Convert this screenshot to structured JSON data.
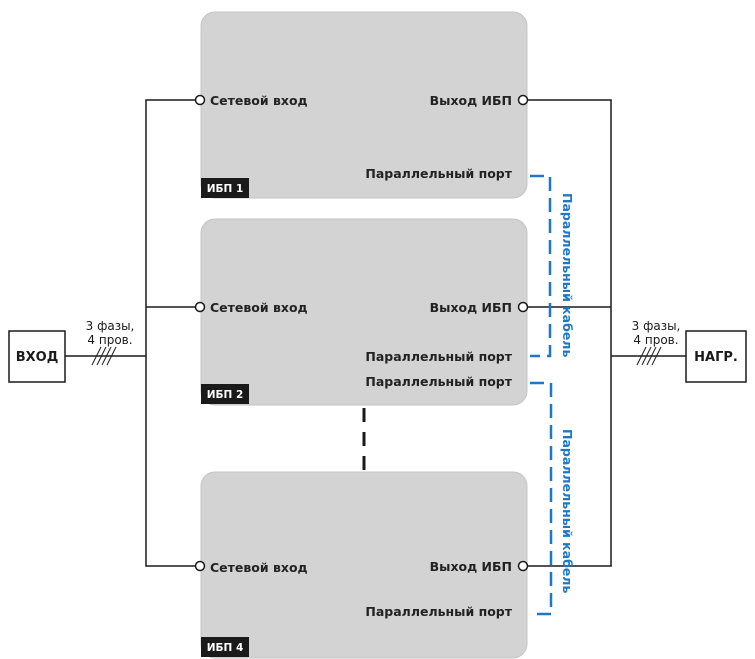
{
  "input_terminal": {
    "label": "ВХОД",
    "phase_line1": "3 фазы,",
    "phase_line2": "4 пров."
  },
  "load_terminal": {
    "label": "НАГР.",
    "phase_line1": "3 фазы,",
    "phase_line2": "4 пров."
  },
  "ups_units": [
    {
      "tag": "ИБП 1",
      "input_label": "Сетевой вход",
      "output_label": "Выход ИБП",
      "ports": [
        "Параллельный порт"
      ]
    },
    {
      "tag": "ИБП 2",
      "input_label": "Сетевой вход",
      "output_label": "Выход ИБП",
      "ports": [
        "Параллельный порт",
        "Параллельный порт"
      ]
    },
    {
      "tag": "ИБП 4",
      "input_label": "Сетевой вход",
      "output_label": "Выход ИБП",
      "ports": [
        "Параллельный порт"
      ]
    }
  ],
  "parallel_cables": [
    {
      "label": "Параллельный кабель"
    },
    {
      "label": "Параллельный кабель"
    }
  ],
  "colors": {
    "cable": "#1e78c8",
    "ups_fill": "#d3d3d3",
    "tag_fill": "#1a1a1a"
  }
}
